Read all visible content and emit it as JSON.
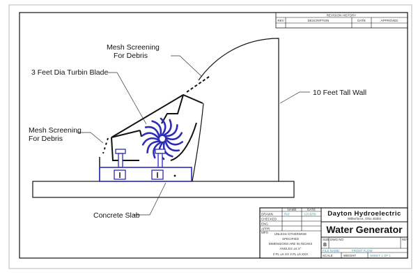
{
  "labels": {
    "mesh_top_line1": "Mesh Screening",
    "mesh_top_line2": "For Debris",
    "turbine_blade": "3 Feet Dia Turbin Blade",
    "mesh_left_line1": "Mesh Screening",
    "mesh_left_line2": "For Debris",
    "wall": "10 Feet Tall Wall",
    "slab": "Concrete Slab"
  },
  "revision_history": {
    "title": "REVISION HISTORY",
    "columns": [
      "REV",
      "DESCRIPTION",
      "DATE",
      "APPROVED"
    ]
  },
  "title_block": {
    "col_name": "NAME",
    "col_date": "DATE",
    "rows": [
      "DRAWN",
      "CHECKED",
      "ENG",
      "APPR",
      "MFG"
    ],
    "drawn_name": "Ref",
    "drawn_date": "12/15/09",
    "tolerance_lines": [
      "UNLESS OTHERWISE",
      "SPECIFIED",
      "DIMENSIONS ARE IN INCHES",
      "ANGLES ±X.X°",
      "2 PL ±X.XX 3 PL ±X.XXX"
    ],
    "company": "Dayton Hydroelectric",
    "company_address": "Wilberforce, Ohio 45384",
    "drawing_title": "Water Generator",
    "size_label": "SIZE",
    "size": "B",
    "dwg_no_label": "DWG NO",
    "rev_label": "REV",
    "file_name_label": "FILE NAME:",
    "file_name": "FRONT FLOW",
    "scale_label": "SCALE",
    "weight_label": "WEIGHT",
    "sheet": "SHEET 1 OF 1"
  },
  "colors": {
    "line": "#111111",
    "turbine": "#2b2bb8",
    "accent_text": "#4a9aa8"
  }
}
